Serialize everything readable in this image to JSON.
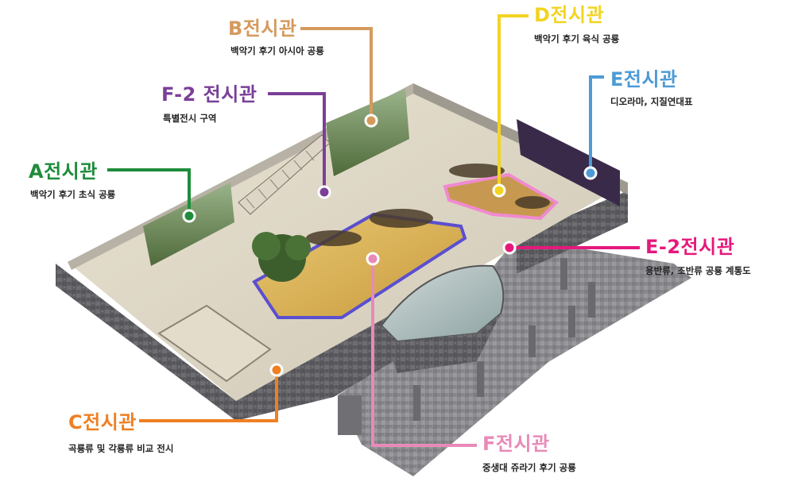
{
  "halls": [
    {
      "id": "B",
      "title": "B전시관",
      "subtitle": "백악기 후기 아시아 공룡",
      "color": "#d59a5e"
    },
    {
      "id": "F2",
      "title": "F-2 전시관",
      "subtitle": "특별전시 구역",
      "color": "#7b3f98"
    },
    {
      "id": "A",
      "title": "A전시관",
      "subtitle": "백악기 후기 초식 공룡",
      "color": "#1f8c3b"
    },
    {
      "id": "C",
      "title": "C전시관",
      "subtitle": "곡룡류 및 각룡류 비교 전시",
      "color": "#ef7f22"
    },
    {
      "id": "D",
      "title": "D전시관",
      "subtitle": "백악기 후기 육식 공룡",
      "color": "#f2d421"
    },
    {
      "id": "E",
      "title": "E전시관",
      "subtitle": "디오라마, 지질연대표",
      "color": "#4c9bd6"
    },
    {
      "id": "E2",
      "title": "E-2전시관",
      "subtitle": "용반류, 조반류 공룡 계통도",
      "color": "#e5197c"
    },
    {
      "id": "F",
      "title": "F전시관",
      "subtitle": "중생대 쥬라기 후기 공룡",
      "color": "#e88ab8"
    }
  ]
}
